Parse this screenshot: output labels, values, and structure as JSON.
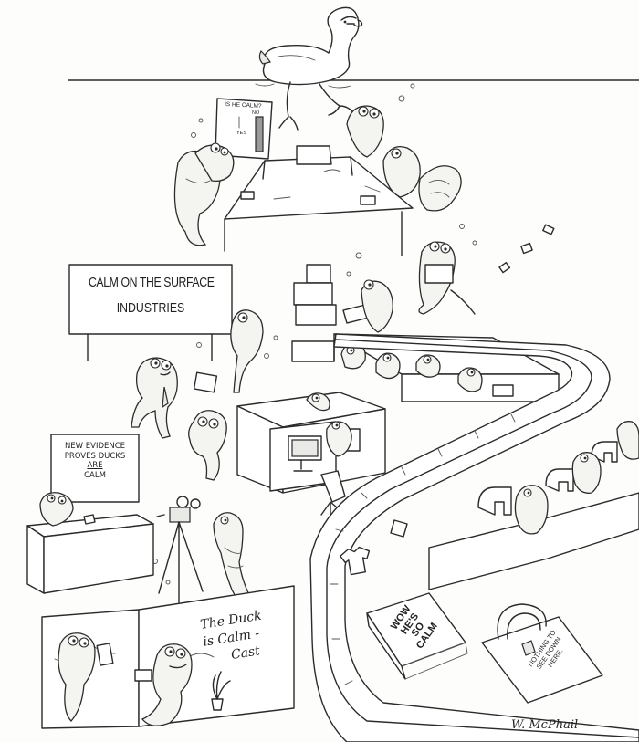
{
  "chart_poster": {
    "title": "IS HE CALM?",
    "no_label": "NO",
    "yes_label": "YES"
  },
  "main_sign": {
    "line1": "CALM ON THE SURFACE",
    "line2": "INDUSTRIES"
  },
  "news_sign": {
    "line1": "NEW EVIDENCE",
    "line2": "PROVES DUCKS",
    "line3": "ARE",
    "line4": "CALM"
  },
  "podcast_banner": {
    "line1": "The Duck",
    "line2": "is Calm -",
    "line3": "Cast"
  },
  "tshirt_box": {
    "line1": "WOW",
    "line2": "HE'S",
    "line3": "SO",
    "line4": "CALM"
  },
  "tote_bag": {
    "line1": "NOTHING TO",
    "line2": "SEE DOWN",
    "line3": "HERE."
  },
  "signature": "W. McPhail"
}
